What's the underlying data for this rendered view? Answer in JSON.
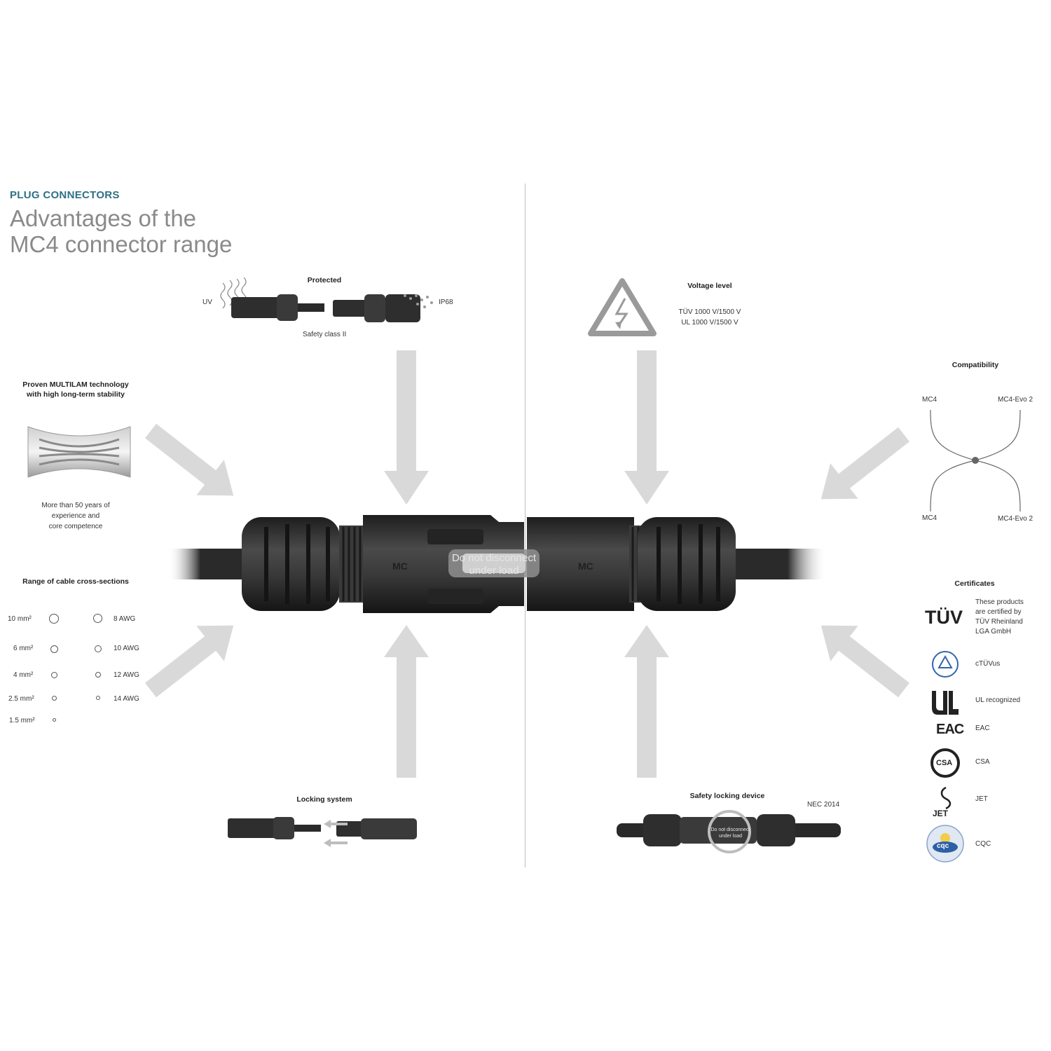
{
  "header": {
    "kicker": "PLUG CONNECTORS",
    "title_line1": "Advantages of the",
    "title_line2": "MC4 connector range"
  },
  "protected": {
    "heading": "Protected",
    "uv": "UV",
    "ip": "IP68",
    "safety": "Safety class II"
  },
  "voltage": {
    "heading": "Voltage level",
    "line1": "TÜV 1000 V/1500 V",
    "line2": "UL 1000 V/1500 V"
  },
  "multilam": {
    "heading_line1": "Proven MULTILAM technology",
    "heading_line2": "with high long-term stability",
    "desc_line1": "More than 50 years of",
    "desc_line2": "experience and",
    "desc_line3": "core competence"
  },
  "compatibility": {
    "heading": "Compatibility",
    "top_left": "MC4",
    "top_right": "MC4-Evo 2",
    "bottom_left": "MC4",
    "bottom_right": "MC4-Evo 2"
  },
  "cable": {
    "heading": "Range of cable cross-sections",
    "rows": [
      {
        "mm": "10 mm²",
        "awg": "8 AWG"
      },
      {
        "mm": "6 mm²",
        "awg": "10 AWG"
      },
      {
        "mm": "4 mm²",
        "awg": "12 AWG"
      },
      {
        "mm": "2.5 mm²",
        "awg": "14 AWG"
      },
      {
        "mm": "1.5 mm²",
        "awg": ""
      }
    ]
  },
  "certificates": {
    "heading": "Certificates",
    "tuv_logo": "TÜV",
    "tuv_line1": "These products",
    "tuv_line2": "are certified by",
    "tuv_line3": "TÜV Rheinland",
    "tuv_line4": "LGA GmbH",
    "ctuvus": "cTÜVus",
    "ul": "UL recognized",
    "eac": "EAC",
    "eac_logo": "EAC",
    "csa": "CSA",
    "csa_logo": "CSA",
    "jet": "JET",
    "jet_logo": "JET",
    "cqc": "CQC",
    "cqc_logo": "cqc"
  },
  "locking": {
    "heading": "Locking system"
  },
  "safety_lock": {
    "heading": "Safety locking device",
    "nec": "NEC 2014",
    "warning_line1": "Do not disconnect",
    "warning_line2": "under load"
  },
  "connector": {
    "print_line1": "Do not disconnect",
    "print_line2": "under load",
    "brand_left": "MC",
    "brand_right": "MC"
  },
  "colors": {
    "accent": "#2f6f86",
    "title_gray": "#8a8a8a",
    "arrow_gray": "#d6d6d6",
    "connector_dark": "#2b2b2b"
  },
  "icons": [
    "warning-triangle-icon",
    "lightning-icon",
    "arrow-icon"
  ]
}
